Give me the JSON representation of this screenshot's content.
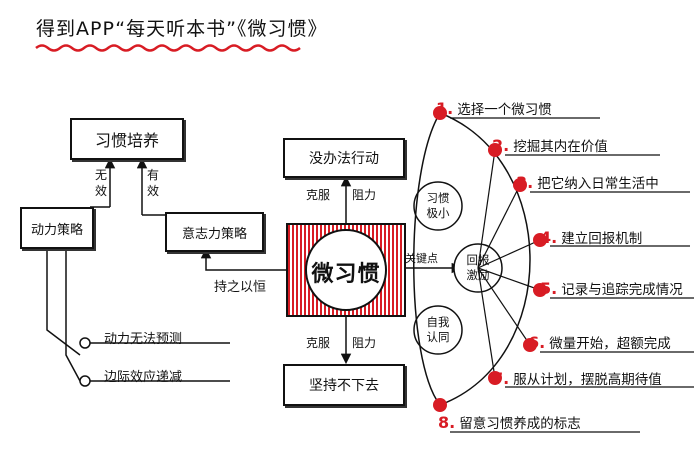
{
  "title": "得到APP“每天听本书”《微习惯》",
  "center": "微习惯",
  "boxes": {
    "habit": "习惯培养",
    "motivation": "动力策略",
    "willpower": "意志力策略",
    "no_action": "没办法行动",
    "persist": "坚持不下去"
  },
  "labels": {
    "invalid_a": "无",
    "invalid_b": "效",
    "valid_a": "有",
    "valid_b": "效",
    "overcome_top": "克服",
    "resist_top": "阻力",
    "overcome_bottom": "克服",
    "resist_bottom": "阻力",
    "perseverance": "持之以恒",
    "key_point": "关键点"
  },
  "issues": [
    "动力无法预测",
    "边际效应递减"
  ],
  "circles": {
    "small": "习惯\n极小",
    "feedback": "回报\n激励",
    "identity": "自我\n认同"
  },
  "steps": [
    {
      "num": "1.",
      "text": "选择一个微习惯"
    },
    {
      "num": "2.",
      "text": "挖掘其内在价值"
    },
    {
      "num": "3.",
      "text": "把它纳入日常生活中"
    },
    {
      "num": "4.",
      "text": "建立回报机制"
    },
    {
      "num": "5.",
      "text": "记录与追踪完成情况"
    },
    {
      "num": "6.",
      "text": "微量开始，超额完成"
    },
    {
      "num": "7.",
      "text": "服从计划，摆脱高期待值"
    },
    {
      "num": "8.",
      "text": "留意习惯养成的标志"
    }
  ],
  "colors": {
    "accent": "#d81c24",
    "ink": "#111111"
  }
}
